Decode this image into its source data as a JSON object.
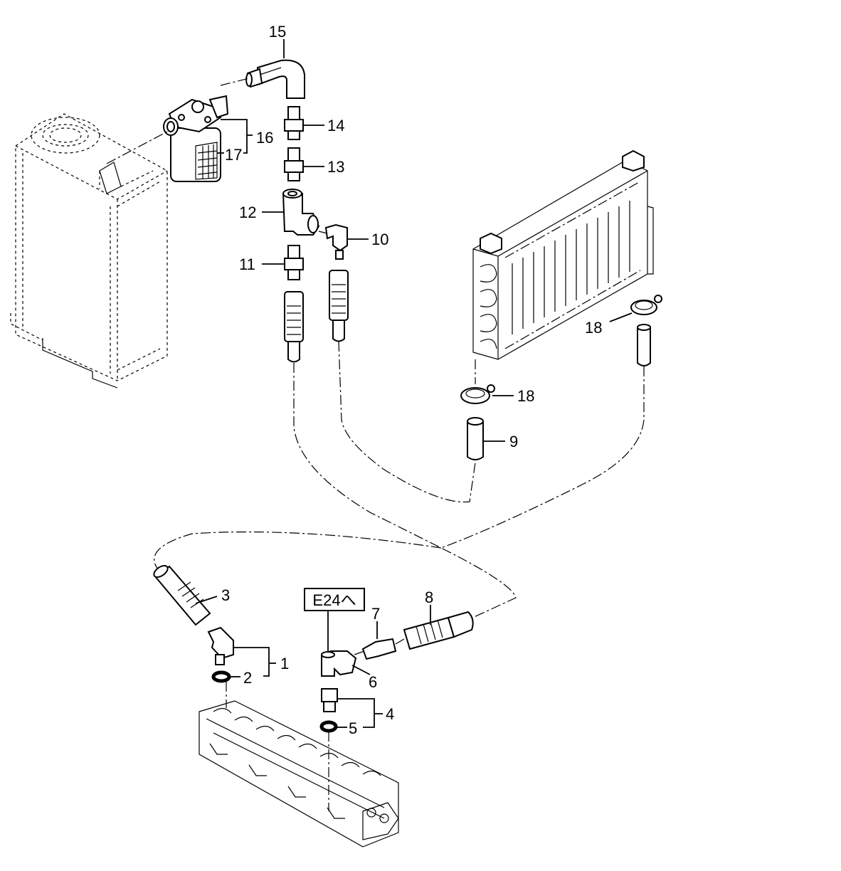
{
  "callouts": {
    "c1": "1",
    "c2": "2",
    "c3": "3",
    "c4": "4",
    "c5": "5",
    "c6": "6",
    "c7": "7",
    "c8": "8",
    "c9": "9",
    "c10": "10",
    "c11": "11",
    "c12": "12",
    "c13": "13",
    "c14": "14",
    "c15": "15",
    "c16": "16",
    "c17": "17",
    "c18a": "18",
    "c18b": "18"
  },
  "reference_box": "E24へ"
}
